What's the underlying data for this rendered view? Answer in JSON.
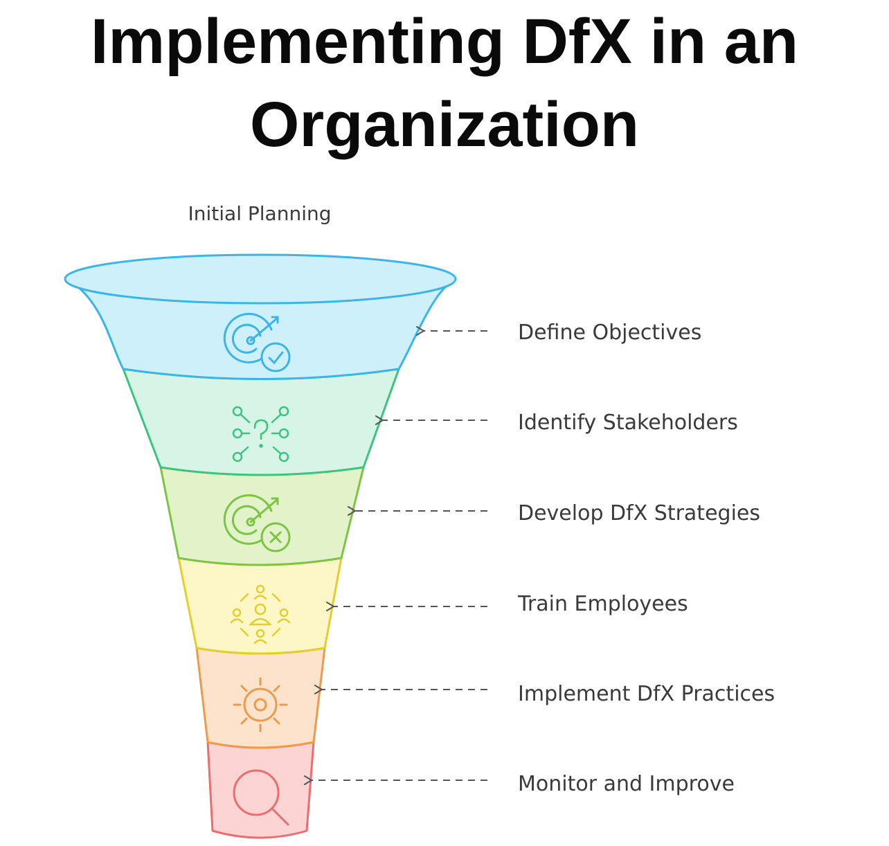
{
  "title": {
    "line1": "Implementing DfX in an",
    "line2": "Organization"
  },
  "funnel": {
    "top_label": "Initial Planning",
    "stages": [
      {
        "label": "Define Objectives",
        "icon": "target-check-icon",
        "fill": "#cdf0fb",
        "stroke": "#3ab5e6"
      },
      {
        "label": "Identify Stakeholders",
        "icon": "network-question-icon",
        "fill": "#d6f5e6",
        "stroke": "#3cc47f"
      },
      {
        "label": "Develop DfX Strategies",
        "icon": "target-x-icon",
        "fill": "#e2f3c9",
        "stroke": "#7cc444"
      },
      {
        "label": "Train Employees",
        "icon": "team-cycle-icon",
        "fill": "#fdf6c6",
        "stroke": "#e3cf2c"
      },
      {
        "label": "Implement DfX Practices",
        "icon": "sun-gear-icon",
        "fill": "#fde2cc",
        "stroke": "#ee9a4b"
      },
      {
        "label": "Monitor and Improve",
        "icon": "magnifier-icon",
        "fill": "#fdd4d4",
        "stroke": "#ec6d6d"
      }
    ]
  }
}
